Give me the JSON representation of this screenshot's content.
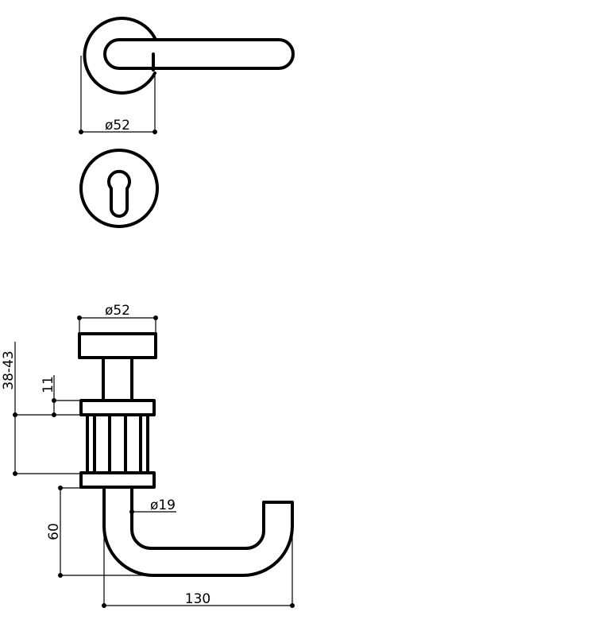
{
  "drawing": {
    "top_view": {
      "rosette_diameter_label": "ø52"
    },
    "escutcheon": {},
    "side_view": {
      "rosette_diameter_label": "ø52",
      "door_thickness_label": "38-43",
      "rosette_height_label": "11",
      "handle_diameter_label": "ø19",
      "handle_height_label": "60",
      "handle_length_label": "130"
    }
  }
}
